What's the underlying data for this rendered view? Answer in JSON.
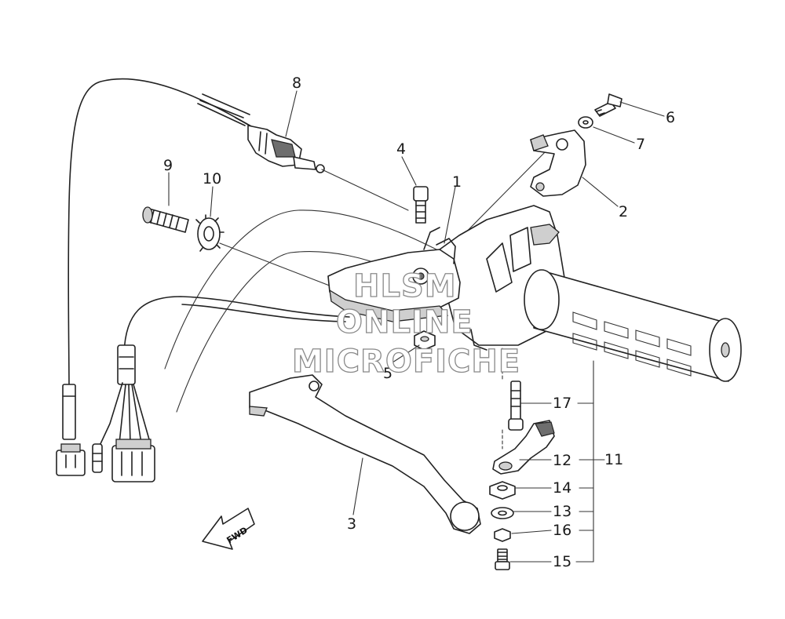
{
  "diagram": {
    "callouts": [
      {
        "id": "1",
        "text": "1"
      },
      {
        "id": "2",
        "text": "2"
      },
      {
        "id": "3",
        "text": "3"
      },
      {
        "id": "4",
        "text": "4"
      },
      {
        "id": "5",
        "text": "5"
      },
      {
        "id": "6",
        "text": "6"
      },
      {
        "id": "7",
        "text": "7"
      },
      {
        "id": "8",
        "text": "8"
      },
      {
        "id": "9",
        "text": "9"
      },
      {
        "id": "10",
        "text": "10"
      },
      {
        "id": "11",
        "text": "11"
      },
      {
        "id": "12",
        "text": "12"
      },
      {
        "id": "13",
        "text": "13"
      },
      {
        "id": "14",
        "text": "14"
      },
      {
        "id": "15",
        "text": "15"
      },
      {
        "id": "16",
        "text": "16"
      },
      {
        "id": "17",
        "text": "17"
      }
    ],
    "direction_label": "FWD",
    "watermark": {
      "line1": "HLSM",
      "line2": "ONLINE",
      "line3": "MICROFICHE"
    }
  }
}
